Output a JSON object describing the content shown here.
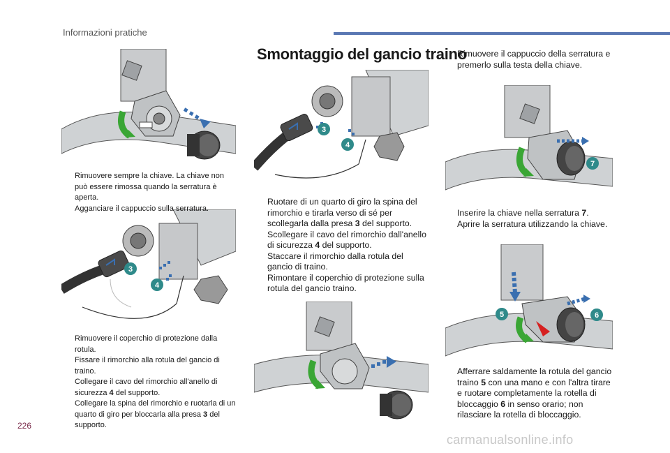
{
  "header": {
    "title": "Informazioni pratiche"
  },
  "page_number": "226",
  "footer": {
    "watermark": "carmanualsonline.info"
  },
  "section": {
    "title": "Smontaggio del gancio traino"
  },
  "bullet_glyph": "",
  "col1": {
    "block1": [
      {
        "text": "Rimuovere sempre la chiave. La chiave non può essere rimossa quando la serratura è aperta."
      },
      {
        "text": "Agganciare il cappuccio sulla serratura."
      }
    ],
    "block2": [
      {
        "text": "Rimuovere il coperchio di protezione dalla rotula."
      },
      {
        "text": "Fissare il rimorchio alla rotula del gancio di traino."
      },
      {
        "pre": "Collegare il cavo del rimorchio all'anello di sicurezza ",
        "bold": "4",
        "post": " del supporto."
      },
      {
        "pre": "Collegare la spina del rimorchio e ruotarla di un quarto di giro per bloccarla alla presa ",
        "bold": "3",
        "post": " del supporto."
      }
    ]
  },
  "col2": {
    "block1": [
      {
        "pre": "Ruotare di un quarto di giro la spina del rimorchio e tirarla verso di sé per scollegarla dalla presa ",
        "bold": "3",
        "post": " del supporto."
      },
      {
        "pre": "Scollegare il cavo del rimorchio dall'anello di sicurezza ",
        "bold": "4",
        "post": " del supporto."
      },
      {
        "text": "Staccare il rimorchio dalla rotula del gancio di traino."
      },
      {
        "text": "Rimontare il coperchio di protezione sulla rotula del gancio traino."
      }
    ]
  },
  "col3": {
    "block1": [
      {
        "text": "Rimuovere il cappuccio della serratura e premerlo sulla testa della chiave."
      }
    ],
    "block2": [
      {
        "pre": "Inserire la chiave nella serratura ",
        "bold": "7",
        "post": "."
      },
      {
        "text": "Aprire la serratura utilizzando la chiave."
      }
    ],
    "block3": [
      {
        "pre": "Afferrare saldamente la rotula del gancio traino ",
        "bold": "5",
        "post": " con una mano e con l'altra tirare e ruotare completamente la rotella di bloccaggio ",
        "bold2": "6",
        "post2": " in senso orario; non rilasciare la rotella di bloccaggio."
      }
    ]
  },
  "badges": {
    "socket": "3",
    "ring": "4",
    "ball": "5",
    "wheel": "6",
    "lock": "7"
  },
  "colors": {
    "badge": "#2f8a8a",
    "arrow_green": "#3aa635",
    "arrow_blue": "#3a6fb0",
    "arrow_red": "#d62020",
    "header_bar": "#5a78b3"
  }
}
